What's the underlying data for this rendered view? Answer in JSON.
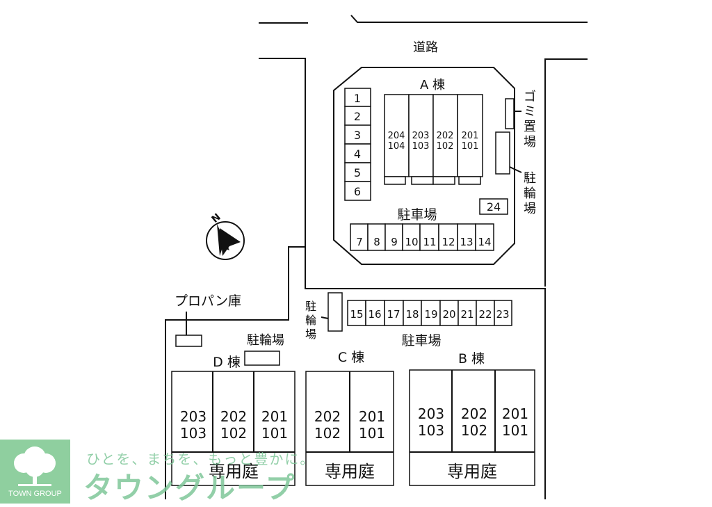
{
  "map": {
    "road": "道路",
    "a_building": "A 棟",
    "a_rooms": [
      {
        "top": "204",
        "bottom": "104"
      },
      {
        "top": "203",
        "bottom": "103"
      },
      {
        "top": "202",
        "bottom": "102"
      },
      {
        "top": "201",
        "bottom": "101"
      }
    ],
    "garbage": [
      "ゴ",
      "ミ",
      "置",
      "場"
    ],
    "bike_a": [
      "駐",
      "輪",
      "場"
    ],
    "parking_a": "駐車場",
    "spots_left": [
      "1",
      "2",
      "3",
      "4",
      "5",
      "6"
    ],
    "spots_bottom": [
      "7",
      "8",
      "9",
      "10",
      "11",
      "12",
      "13",
      "14"
    ],
    "spot_24": "24",
    "spots_middle": [
      "15",
      "16",
      "17",
      "18",
      "19",
      "20",
      "21",
      "22",
      "23"
    ],
    "bike_mid": [
      "駐",
      "輪",
      "場"
    ],
    "parking_b": "駐車場",
    "propane": "プロパン庫",
    "bike_d": "駐輪場",
    "d_building": "D 棟",
    "c_building": "C 棟",
    "b_building": "B 棟",
    "d_rooms": [
      {
        "top": "203",
        "bottom": "103"
      },
      {
        "top": "202",
        "bottom": "102"
      },
      {
        "top": "201",
        "bottom": "101"
      }
    ],
    "c_rooms": [
      {
        "top": "202",
        "bottom": "102"
      },
      {
        "top": "201",
        "bottom": "101"
      }
    ],
    "b_rooms": [
      {
        "top": "203",
        "bottom": "103"
      },
      {
        "top": "202",
        "bottom": "102"
      },
      {
        "top": "201",
        "bottom": "101"
      }
    ],
    "garden": "専用庭",
    "north": "N"
  },
  "watermark": {
    "logo_text": "TOWN GROUP",
    "slogan": "ひとを、まちを、もっと豊かに。",
    "brand": "タウングループ"
  },
  "colors": {
    "line": "#111111",
    "logo_green": "#8fcf9f",
    "watermark_green": "#7fc79a"
  }
}
